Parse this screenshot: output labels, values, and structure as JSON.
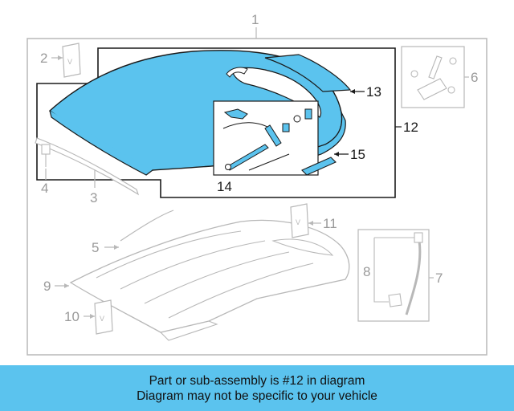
{
  "callouts": {
    "c1": "1",
    "c2": "2",
    "c3": "3",
    "c4": "4",
    "c5": "5",
    "c6": "6",
    "c7": "7",
    "c8": "8",
    "c9": "9",
    "c10": "10",
    "c11": "11",
    "c12": "12",
    "c13": "13",
    "c14": "14",
    "c15": "15"
  },
  "banner": {
    "line1": "Part or sub-assembly is #12 in diagram",
    "line2": "Diagram may not be specific to your vehicle"
  },
  "colors": {
    "highlight": "#5bc3ee",
    "outline_dark": "#1a1a1a",
    "outline_grey": "#b8b8b8",
    "label_grey": "#9a9a9a"
  }
}
